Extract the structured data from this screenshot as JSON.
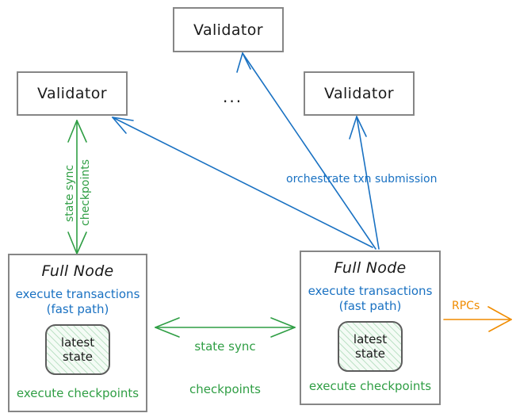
{
  "diagram": {
    "title": "Sui network topology: validators, full nodes, state sync and RPCs",
    "colors": {
      "box_border": "#868686",
      "text": "#1a1a1a",
      "blue": "#1971c2",
      "green": "#2f9e44",
      "orange": "#f08c00",
      "state_fill": "#f4fbf5"
    },
    "nodes": {
      "validator_top": {
        "label": "Validator"
      },
      "validator_left": {
        "label": "Validator"
      },
      "validator_right": {
        "label": "Validator"
      },
      "ellipsis": {
        "label": "..."
      },
      "fullnode_left": {
        "title": "Full Node",
        "blue_note_line1": "execute transactions",
        "blue_note_line2": "(fast path)",
        "state_line1": "latest",
        "state_line2": "state",
        "green_note": "execute checkpoints"
      },
      "fullnode_right": {
        "title": "Full Node",
        "blue_note_line1": "execute transactions",
        "blue_note_line2": "(fast path)",
        "state_line1": "latest",
        "state_line2": "state",
        "green_note": "execute checkpoints"
      }
    },
    "edges": {
      "validator_left_statesync": {
        "label_line1": "state sync",
        "label_line2": "checkpoints",
        "color": "#2f9e44",
        "orientation": "vertical-bidirectional"
      },
      "fullnode_statesync": {
        "label_line1": "state sync",
        "label_line2": "checkpoints",
        "color": "#2f9e44",
        "orientation": "horizontal-bidirectional"
      },
      "orchestrate": {
        "label": "orchestrate txn submission",
        "color": "#1971c2",
        "orientation": "fullnode-to-validators"
      },
      "rpcs": {
        "label": "RPCs",
        "color": "#f08c00",
        "orientation": "outbound-right"
      }
    }
  }
}
